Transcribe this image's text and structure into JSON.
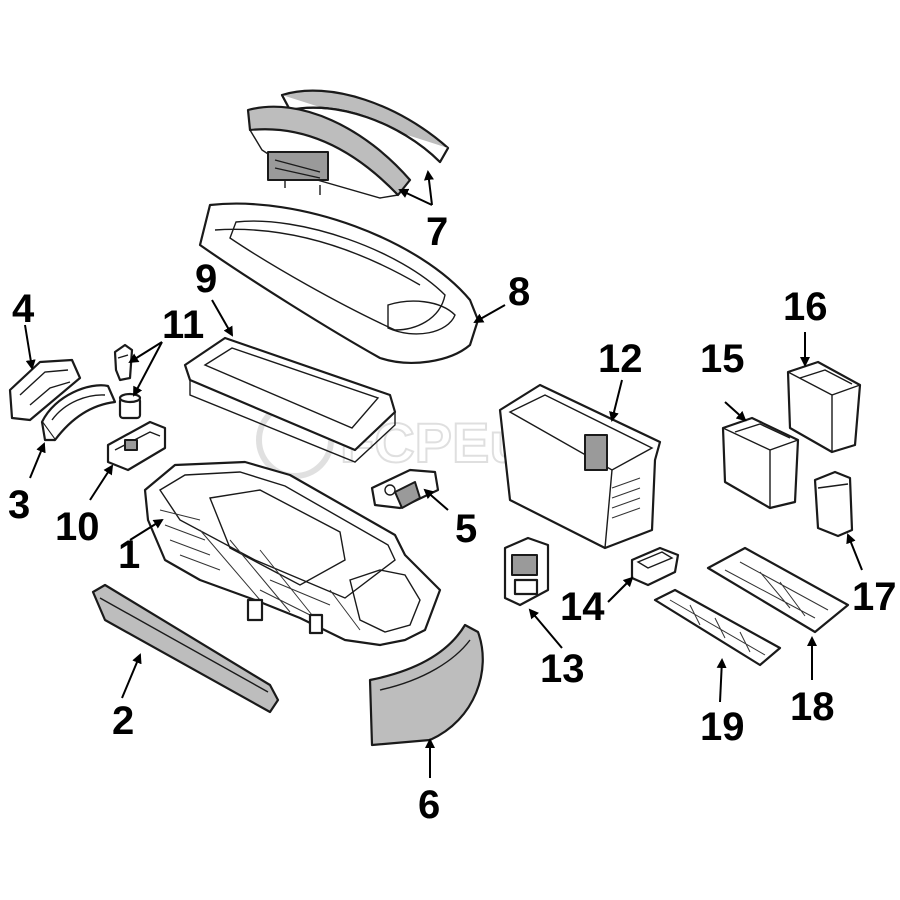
{
  "watermark": {
    "text": "FCPEuro"
  },
  "callouts": [
    {
      "id": "1",
      "label": "1"
    },
    {
      "id": "2",
      "label": "2"
    },
    {
      "id": "3",
      "label": "3"
    },
    {
      "id": "4",
      "label": "4"
    },
    {
      "id": "5",
      "label": "5"
    },
    {
      "id": "6",
      "label": "6"
    },
    {
      "id": "7",
      "label": "7"
    },
    {
      "id": "8",
      "label": "8"
    },
    {
      "id": "9",
      "label": "9"
    },
    {
      "id": "10",
      "label": "10"
    },
    {
      "id": "11",
      "label": "11"
    },
    {
      "id": "12",
      "label": "12"
    },
    {
      "id": "13",
      "label": "13"
    },
    {
      "id": "14",
      "label": "14"
    },
    {
      "id": "15",
      "label": "15"
    },
    {
      "id": "16",
      "label": "16"
    },
    {
      "id": "17",
      "label": "17"
    },
    {
      "id": "18",
      "label": "18"
    },
    {
      "id": "19",
      "label": "19"
    }
  ]
}
